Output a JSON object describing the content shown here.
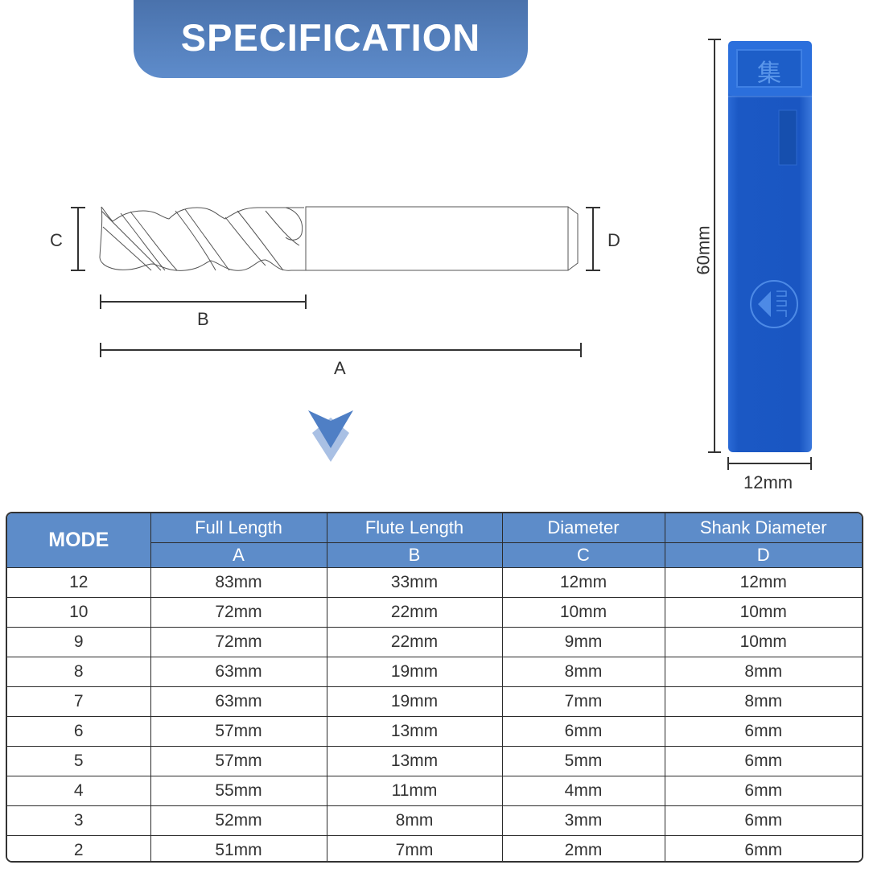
{
  "banner": {
    "title": "SPECIFICATION",
    "color": "#5581bd"
  },
  "diagram": {
    "labels": {
      "A": "A",
      "B": "B",
      "C": "C",
      "D": "D"
    },
    "description": "End mill line drawing with dimension markers"
  },
  "case": {
    "height_label": "60mm",
    "width_label": "12mm",
    "color": "#1a5ccc",
    "emblem_char": "集"
  },
  "table": {
    "headers": {
      "mode": "MODE",
      "columns": [
        {
          "name": "Full Length",
          "code": "A"
        },
        {
          "name": "Flute Length",
          "code": "B"
        },
        {
          "name": "Diameter",
          "code": "C"
        },
        {
          "name": "Shank Diameter",
          "code": "D"
        }
      ]
    },
    "header_color": "#5d8cc9",
    "rows": [
      {
        "mode": "12",
        "a": "83mm",
        "b": "33mm",
        "c": "12mm",
        "d": "12mm"
      },
      {
        "mode": "10",
        "a": "72mm",
        "b": "22mm",
        "c": "10mm",
        "d": "10mm"
      },
      {
        "mode": "9",
        "a": "72mm",
        "b": "22mm",
        "c": "9mm",
        "d": "10mm"
      },
      {
        "mode": "8",
        "a": "63mm",
        "b": "19mm",
        "c": "8mm",
        "d": "8mm"
      },
      {
        "mode": "7",
        "a": "63mm",
        "b": "19mm",
        "c": "7mm",
        "d": "8mm"
      },
      {
        "mode": "6",
        "a": "57mm",
        "b": "13mm",
        "c": "6mm",
        "d": "6mm"
      },
      {
        "mode": "5",
        "a": "57mm",
        "b": "13mm",
        "c": "5mm",
        "d": "6mm"
      },
      {
        "mode": "4",
        "a": "55mm",
        "b": "11mm",
        "c": "4mm",
        "d": "6mm"
      },
      {
        "mode": "3",
        "a": "52mm",
        "b": "8mm",
        "c": "3mm",
        "d": "6mm"
      },
      {
        "mode": "2",
        "a": "51mm",
        "b": "7mm",
        "c": "2mm",
        "d": "6mm"
      }
    ]
  }
}
